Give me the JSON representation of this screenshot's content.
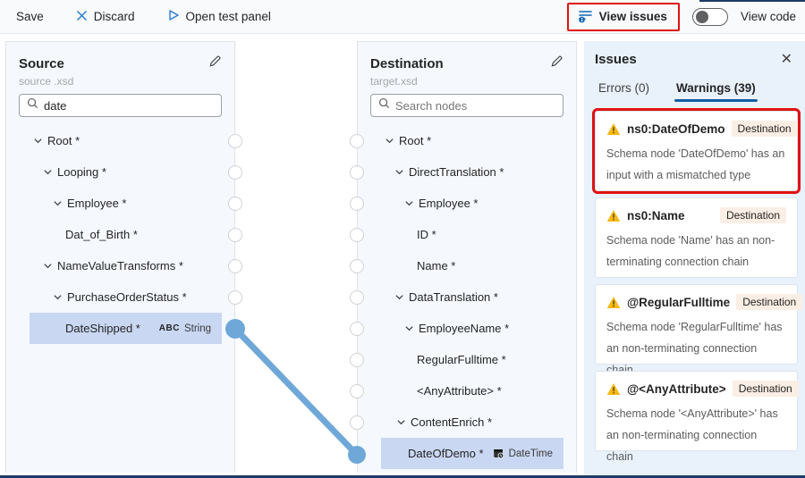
{
  "toolbar": {
    "save_label": "Save",
    "discard_label": "Discard",
    "open_test_panel_label": "Open test panel",
    "view_issues_label": "View issues",
    "view_code_label": "View code"
  },
  "source": {
    "title": "Source",
    "subtitle": "source .xsd",
    "search_value": "date",
    "nodes": [
      {
        "label": "Root *",
        "indent": 16,
        "chevron": true
      },
      {
        "label": "Looping *",
        "indent": 27,
        "chevron": true
      },
      {
        "label": "Employee *",
        "indent": 38,
        "chevron": true
      },
      {
        "label": "Dat_of_Birth *",
        "indent": 52,
        "chevron": false
      },
      {
        "label": "NameValueTransforms *",
        "indent": 27,
        "chevron": true
      },
      {
        "label": "PurchaseOrderStatus *",
        "indent": 38,
        "chevron": true
      },
      {
        "label": "DateShipped *",
        "indent": 52,
        "chevron": false,
        "selected": true,
        "badge": {
          "icon": "abc-icon",
          "icon_text": "ABC",
          "label": "String"
        }
      }
    ]
  },
  "destination": {
    "title": "Destination",
    "subtitle": "target.xsd",
    "search_placeholder": "Search nodes",
    "nodes": [
      {
        "label": "Root *",
        "indent": 16,
        "chevron": true
      },
      {
        "label": "DirectTranslation *",
        "indent": 27,
        "chevron": true
      },
      {
        "label": "Employee *",
        "indent": 38,
        "chevron": true
      },
      {
        "label": "ID *",
        "indent": 52,
        "chevron": false
      },
      {
        "label": "Name *",
        "indent": 52,
        "chevron": false
      },
      {
        "label": "DataTranslation *",
        "indent": 27,
        "chevron": true
      },
      {
        "label": "EmployeeName *",
        "indent": 38,
        "chevron": true
      },
      {
        "label": "RegularFulltime *",
        "indent": 52,
        "chevron": false
      },
      {
        "label": "<AnyAttribute> *",
        "indent": 52,
        "chevron": false
      },
      {
        "label": "ContentEnrich *",
        "indent": 29,
        "chevron": true
      },
      {
        "label": "DateOfDemo *",
        "indent": 42,
        "chevron": false,
        "selected": true,
        "badge": {
          "icon": "datetime-icon",
          "label": "DateTime"
        }
      }
    ]
  },
  "connection": {
    "from_node": "DateShipped *",
    "to_node": "DateOfDemo *",
    "color": "#6fa8d8"
  },
  "issues": {
    "title": "Issues",
    "tabs": [
      {
        "label": "Errors (0)",
        "active": false
      },
      {
        "label": "Warnings (39)",
        "active": true
      }
    ],
    "warnings": [
      {
        "name": "ns0:DateOfDemo",
        "location": "Destination",
        "message": "Schema node 'DateOfDemo' has an input with a mismatched type",
        "highlighted": true
      },
      {
        "name": "ns0:Name",
        "location": "Destination",
        "message": "Schema node 'Name' has an non-terminating connection chain",
        "highlighted": false
      },
      {
        "name": "@RegularFulltime",
        "location": "Destination",
        "message": "Schema node 'RegularFulltime' has an non-terminating connection chain",
        "highlighted": false
      },
      {
        "name": "@<AnyAttribute>",
        "location": "Destination",
        "message": "Schema node '<AnyAttribute>' has an non-terminating connection chain",
        "highlighted": false
      }
    ]
  },
  "colors": {
    "accent": "#1267b4",
    "selection": "#c9d7f2",
    "connection": "#6fa8d8",
    "warning": "#f8b916",
    "highlight": "#e01212",
    "badge_bg": "#fbeee4"
  }
}
